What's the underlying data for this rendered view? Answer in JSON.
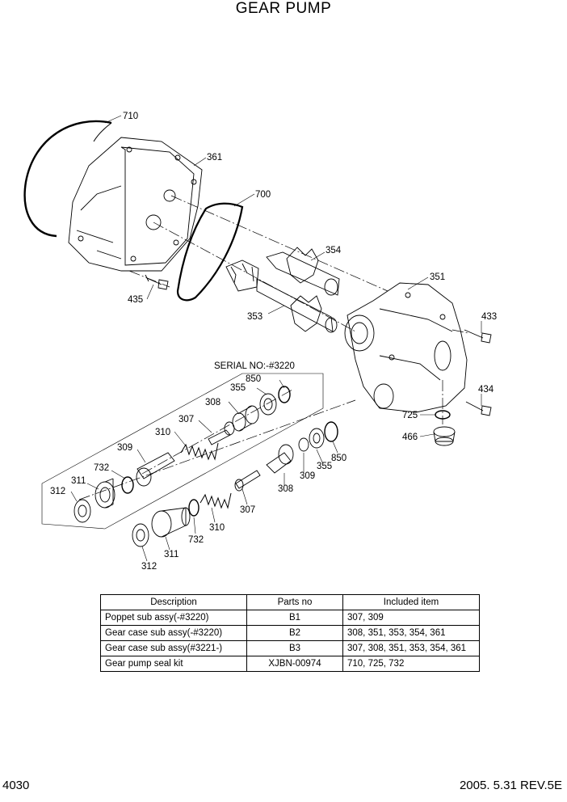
{
  "page": {
    "title": "GEAR PUMP",
    "page_number": "4030",
    "revision": "2005. 5.31  REV.5E"
  },
  "diagram": {
    "serial_note": "SERIAL NO:-#3220",
    "callouts": {
      "c710": "710",
      "c361": "361",
      "c700": "700",
      "c354": "354",
      "c351": "351",
      "c435": "435",
      "c353": "353",
      "c433": "433",
      "c434": "434",
      "c725": "725",
      "c466": "466",
      "c850a": "850",
      "c355a": "355",
      "c308a": "308",
      "c307a": "307",
      "c310a": "310",
      "c309a": "309",
      "c732a": "732",
      "c311a": "311",
      "c312a": "312",
      "c850b": "850",
      "c355b": "355",
      "c309b": "309",
      "c308b": "308",
      "c307b": "307",
      "c310b": "310",
      "c732b": "732",
      "c311b": "311",
      "c312b": "312"
    }
  },
  "table": {
    "headers": [
      "Description",
      "Parts no",
      "Included item"
    ],
    "rows": [
      [
        "Poppet sub assy(-#3220)",
        "B1",
        "307, 309"
      ],
      [
        "Gear case sub assy(-#3220)",
        "B2",
        "308, 351, 353, 354, 361"
      ],
      [
        "Gear case sub assy(#3221-)",
        "B3",
        "307, 308, 351, 353, 354, 361"
      ],
      [
        "Gear pump seal kit",
        "XJBN-00974",
        "710, 725, 732"
      ]
    ]
  }
}
